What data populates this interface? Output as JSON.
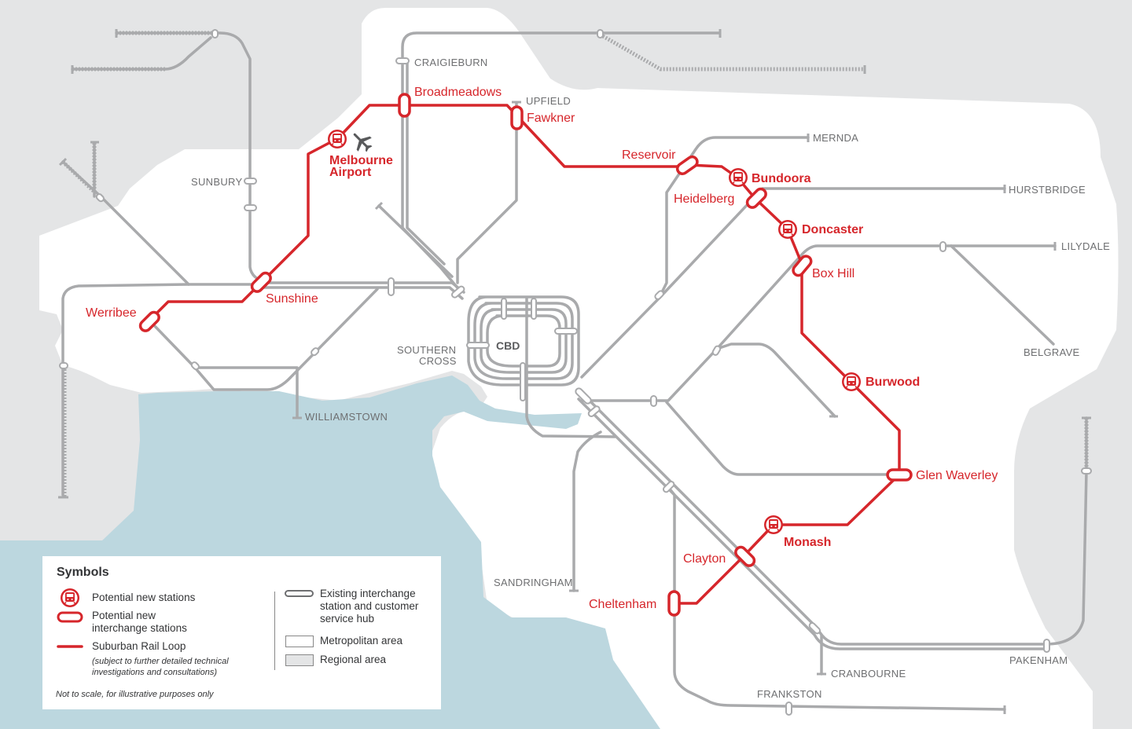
{
  "cbd_label": "CBD",
  "line_terminals": {
    "craigieburn": "CRAIGIEBURN",
    "upfield": "UPFIELD",
    "sunbury": "SUNBURY",
    "mernda": "MERNDA",
    "hurstbridge": "HURSTBRIDGE",
    "lilydale": "LILYDALE",
    "belgrave": "BELGRAVE",
    "southern_cross_1": "SOUTHERN",
    "southern_cross_2": "CROSS",
    "williamstown": "WILLIAMSTOWN",
    "sandringham": "SANDRINGHAM",
    "pakenham": "PAKENHAM",
    "cranbourne": "CRANBOURNE",
    "frankston": "FRANKSTON"
  },
  "interchange_stations": {
    "broadmeadows": "Broadmeadows",
    "fawkner": "Fawkner",
    "reservoir": "Reservoir",
    "heidelberg": "Heidelberg",
    "box_hill": "Box Hill",
    "glen_waverley": "Glen Waverley",
    "clayton": "Clayton",
    "cheltenham": "Cheltenham",
    "sunshine": "Sunshine",
    "werribee": "Werribee"
  },
  "new_stations": {
    "melbourne_airport_1": "Melbourne",
    "melbourne_airport_2": "Airport",
    "bundoora": "Bundoora",
    "doncaster": "Doncaster",
    "burwood": "Burwood",
    "monash": "Monash"
  },
  "legend": {
    "title": "Symbols",
    "new_stations": "Potential new stations",
    "new_interchange_1": "Potential new",
    "new_interchange_2": "interchange stations",
    "srl": "Suburban Rail Loop",
    "srl_note_1": "(subject to further detailed technical",
    "srl_note_2": "investigations and consultations)",
    "existing_1": "Existing interchange",
    "existing_2": "station and customer",
    "existing_3": "service hub",
    "metro": "Metropolitan area",
    "regional": "Regional area",
    "disclaimer": "Not to scale, for illustrative purposes only"
  },
  "colors": {
    "srl_red": "#d6262b",
    "metro_line_grey": "#a9aaac",
    "water": "#bcd7df",
    "metro_area": "#ffffff",
    "regional_area": "#e4e5e6"
  },
  "icons": {
    "airport": "airplane-icon",
    "new_station": "train-front-icon"
  }
}
